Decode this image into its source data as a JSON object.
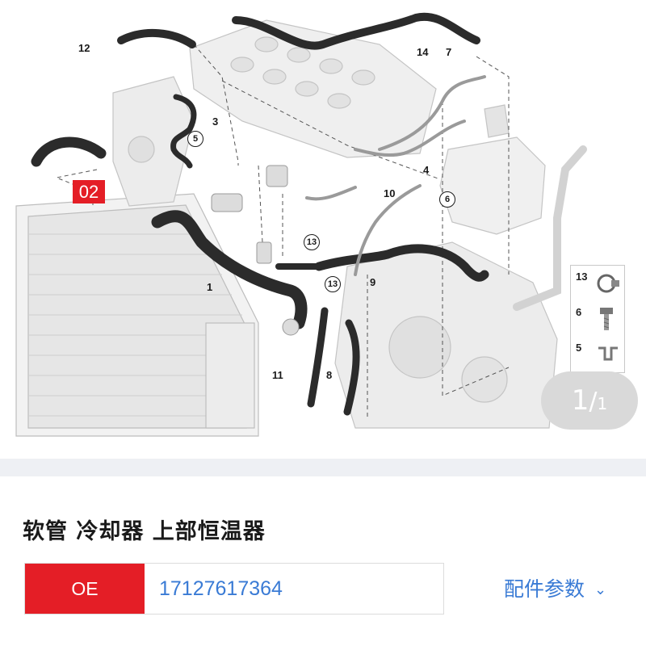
{
  "diagram": {
    "tag": "02",
    "callouts": [
      "12",
      "14",
      "7",
      "3",
      "5",
      "4",
      "6",
      "10",
      "13",
      "13",
      "9",
      "1",
      "11",
      "8"
    ],
    "legend": [
      {
        "number": "13",
        "icon": "hose-clamp-icon"
      },
      {
        "number": "6",
        "icon": "bolt-icon"
      },
      {
        "number": "5",
        "icon": "clip-icon"
      }
    ]
  },
  "pager": {
    "current": "1",
    "separator": "/",
    "total": "1"
  },
  "part": {
    "title": "软管 冷却器 上部恒温器",
    "oe_label": "OE",
    "oe_number": "17127617364",
    "params_label": "配件参数"
  },
  "colors": {
    "accent_red": "#e41e26",
    "link_blue": "#3a7bd5"
  }
}
